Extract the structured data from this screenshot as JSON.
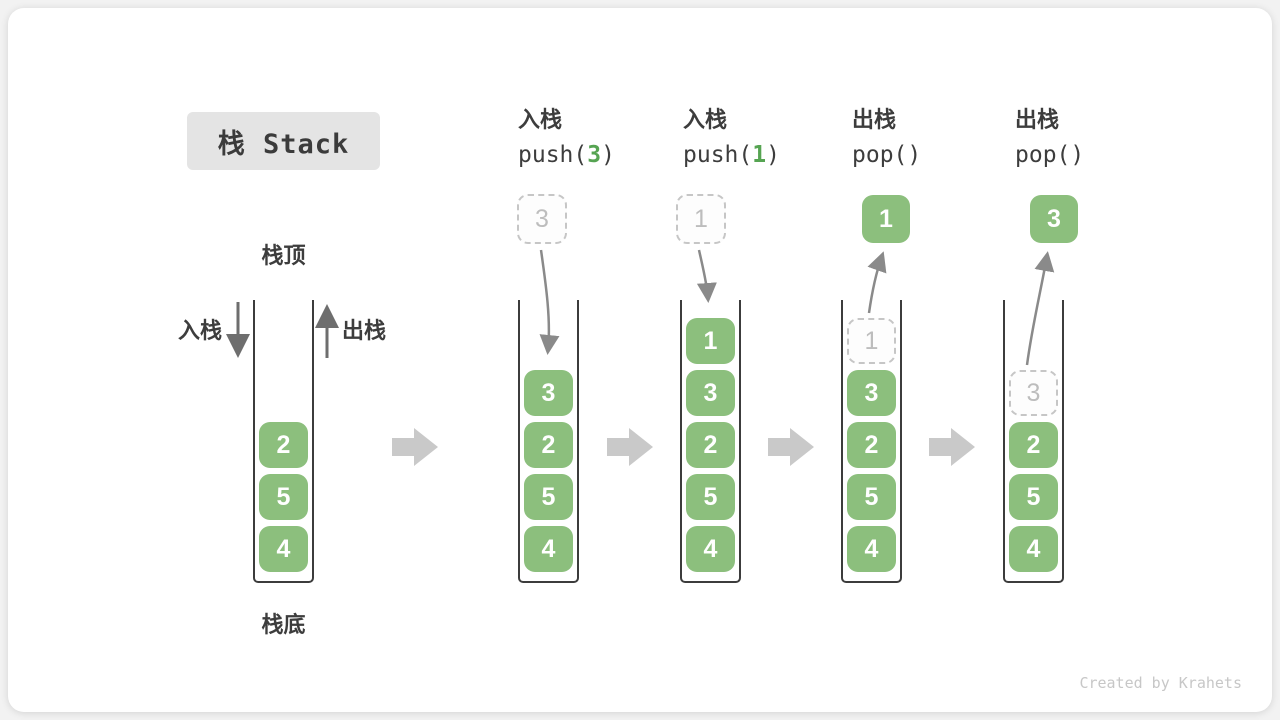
{
  "title": {
    "text": "栈 Stack"
  },
  "legend": {
    "stack_top": "栈顶",
    "stack_bottom": "栈底",
    "push_label": "入栈",
    "pop_label": "出栈"
  },
  "watermark": "Created by Krahets",
  "colors": {
    "cell_green": "#8cbf7d",
    "code_arg_green": "#56a452",
    "wall_dark": "#3c3c3c",
    "text_dark": "#3d3d3d",
    "curve_arrow_gray": "#8a8a8a",
    "straight_arrow_gray": "#6e6e6e",
    "block_arrow_gray": "#c9c9c9",
    "ghost_border": "#c6c6c6",
    "ghost_text": "#bdbdbd",
    "title_bg": "#e4e4e4",
    "watermark_gray": "#c7c7c7"
  },
  "stages": [
    {
      "name": "initial",
      "slots": [
        {
          "value": "2",
          "cls": "cell"
        },
        {
          "value": "5",
          "cls": "cell"
        },
        {
          "value": "4",
          "cls": "cell"
        }
      ]
    },
    {
      "name": "push-3",
      "op_cn": "入栈",
      "code": {
        "prefix": "push(",
        "arg": "3",
        "suffix": ")"
      },
      "float": {
        "value": "3",
        "cls": "float-box ghost-box"
      },
      "slots": [
        {
          "value": "3",
          "cls": "cell"
        },
        {
          "value": "2",
          "cls": "cell"
        },
        {
          "value": "5",
          "cls": "cell"
        },
        {
          "value": "4",
          "cls": "cell"
        }
      ]
    },
    {
      "name": "push-1",
      "op_cn": "入栈",
      "code": {
        "prefix": "push(",
        "arg": "1",
        "suffix": ")"
      },
      "float": {
        "value": "1",
        "cls": "float-box ghost-box"
      },
      "slots": [
        {
          "value": "1",
          "cls": "cell"
        },
        {
          "value": "3",
          "cls": "cell"
        },
        {
          "value": "2",
          "cls": "cell"
        },
        {
          "value": "5",
          "cls": "cell"
        },
        {
          "value": "4",
          "cls": "cell"
        }
      ]
    },
    {
      "name": "pop-first",
      "op_cn": "出栈",
      "code": {
        "prefix": "pop(",
        "arg": "",
        "suffix": ")"
      },
      "float": {
        "value": "1",
        "cls": "float-box solid-box"
      },
      "slots": [
        {
          "value": "1",
          "cls": "cell ghost"
        },
        {
          "value": "3",
          "cls": "cell"
        },
        {
          "value": "2",
          "cls": "cell"
        },
        {
          "value": "5",
          "cls": "cell"
        },
        {
          "value": "4",
          "cls": "cell"
        }
      ]
    },
    {
      "name": "pop-second",
      "op_cn": "出栈",
      "code": {
        "prefix": "pop(",
        "arg": "",
        "suffix": ")"
      },
      "float": {
        "value": "3",
        "cls": "float-box solid-box"
      },
      "slots": [
        {
          "value": "3",
          "cls": "cell ghost"
        },
        {
          "value": "2",
          "cls": "cell"
        },
        {
          "value": "5",
          "cls": "cell"
        },
        {
          "value": "4",
          "cls": "cell"
        }
      ]
    }
  ]
}
